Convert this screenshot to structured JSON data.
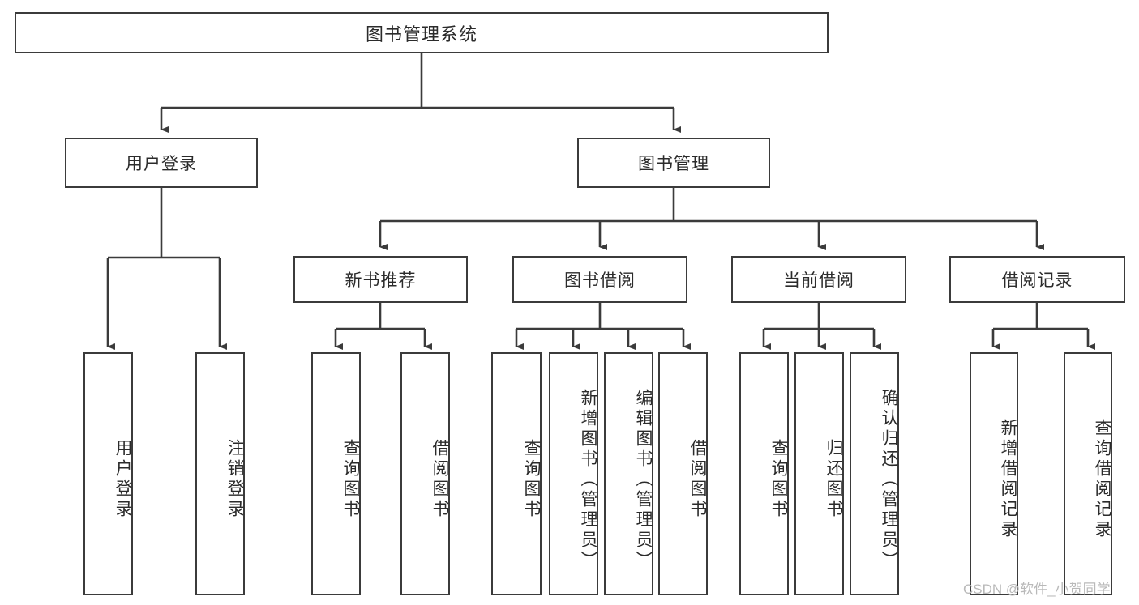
{
  "diagram": {
    "type": "tree",
    "title": "图书管理系统",
    "watermark": "CSDN @软件_小贺同学",
    "colors": {
      "box_border": "#3b3b3b",
      "box_fill": "#ffffff",
      "line": "#3b3b3b",
      "text": "#2b2b2b",
      "watermark": "#b9b9b9"
    },
    "levels": {
      "root": {
        "label": "图书管理系统"
      },
      "level2": [
        {
          "id": "user-login",
          "label": "用户登录"
        },
        {
          "id": "book-manage",
          "label": "图书管理"
        }
      ],
      "level3": [
        {
          "id": "new-book-recommend",
          "label": "新书推荐"
        },
        {
          "id": "book-borrow",
          "label": "图书借阅"
        },
        {
          "id": "current-borrow",
          "label": "当前借阅"
        },
        {
          "id": "borrow-record",
          "label": "借阅记录"
        }
      ],
      "leaves": [
        {
          "id": "leaf-user-login",
          "label": "用户登录",
          "parent": "user-login"
        },
        {
          "id": "leaf-logout-login",
          "label": "注销登录",
          "parent": "user-login"
        },
        {
          "id": "leaf-query-book-1",
          "label": "查询图书",
          "parent": "new-book-recommend"
        },
        {
          "id": "leaf-borrow-book-1",
          "label": "借阅图书",
          "parent": "new-book-recommend"
        },
        {
          "id": "leaf-query-book-2",
          "label": "查询图书",
          "parent": "book-borrow"
        },
        {
          "id": "leaf-add-book",
          "label": "新增图书（管理员）",
          "parent": "book-borrow"
        },
        {
          "id": "leaf-edit-book",
          "label": "编辑图书（管理员）",
          "parent": "book-borrow"
        },
        {
          "id": "leaf-borrow-book-2",
          "label": "借阅图书",
          "parent": "book-borrow"
        },
        {
          "id": "leaf-query-book-3",
          "label": "查询图书",
          "parent": "current-borrow"
        },
        {
          "id": "leaf-return-book",
          "label": "归还图书",
          "parent": "current-borrow"
        },
        {
          "id": "leaf-confirm-return",
          "label": "确认归还（管理员）",
          "parent": "current-borrow"
        },
        {
          "id": "leaf-add-record",
          "label": "新增借阅记录",
          "parent": "borrow-record"
        },
        {
          "id": "leaf-query-record",
          "label": "查询借阅记录",
          "parent": "borrow-record"
        }
      ]
    }
  }
}
